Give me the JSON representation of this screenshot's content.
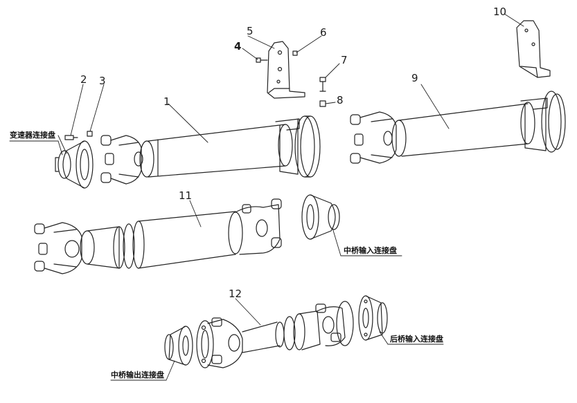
{
  "part_numbers": {
    "p1": "1",
    "p2": "2",
    "p3": "3",
    "p4": "4",
    "p5": "5",
    "p6": "6",
    "p7": "7",
    "p8": "8",
    "p9": "9",
    "p10": "10",
    "p11": "11",
    "p12": "12"
  },
  "labels": {
    "transmission_flange": "变速器连接盘",
    "mid_axle_input_flange": "中桥输入连接盘",
    "rear_axle_input_flange": "后桥输入连接盘",
    "mid_axle_output_flange": "中桥输出连接盘"
  }
}
